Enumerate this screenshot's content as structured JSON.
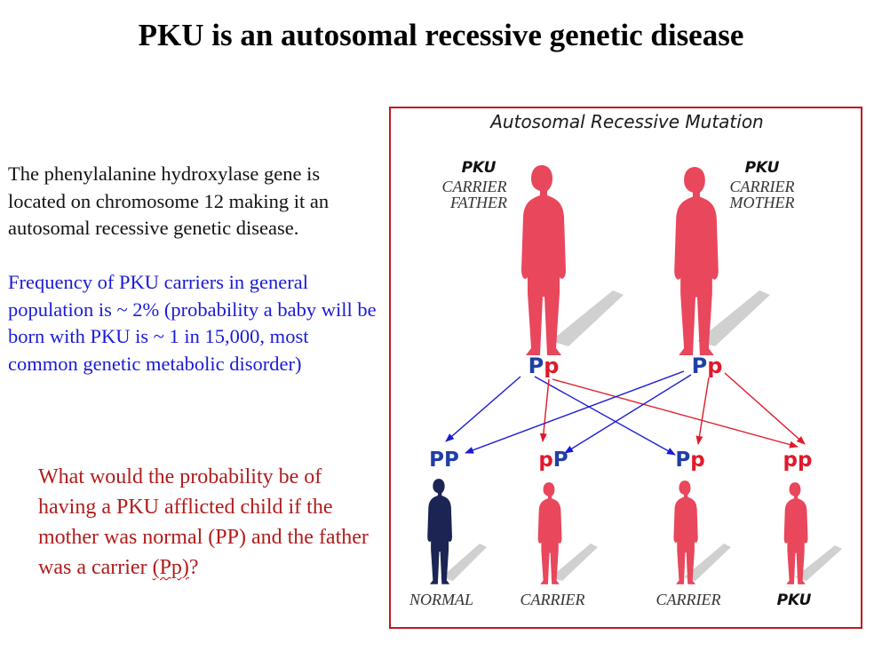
{
  "title": "PKU is an autosomal recessive genetic disease",
  "body_text": "The phenylalanine hydroxylase gene is located on chromosome 12 making it an autosomal recessive genetic disease.",
  "frequency_text": "Frequency of PKU carriers in general population is  ~ 2% (probability a baby will be born with PKU is  ~ 1 in 15,000, most common genetic metabolic disorder)",
  "question": {
    "before": "What would the probability be of having a PKU afflicted child if the mother was normal (PP) and the father was a carrier ",
    "marked": "(Pp)",
    "after": "?"
  },
  "diagram": {
    "title": "Autosomal Recessive Mutation",
    "father": {
      "line1": "PKU",
      "line2": "CARRIER",
      "line3": "FATHER",
      "genotype_upper": "P",
      "genotype_lower": "p"
    },
    "mother": {
      "line1": "PKU",
      "line2": "CARRIER",
      "line3": "MOTHER",
      "genotype_upper": "P",
      "genotype_lower": "p"
    },
    "children": [
      {
        "g1": "P",
        "g2": "P",
        "label": "NORMAL"
      },
      {
        "g1": "p",
        "g2": "P",
        "label": "CARRIER"
      },
      {
        "g1": "P",
        "g2": "p",
        "label": "CARRIER"
      },
      {
        "g1": "p",
        "g2": "p",
        "label": "PKU"
      }
    ],
    "colors": {
      "dominant_allele": "#1f3fa6",
      "recessive_allele": "#e0192b",
      "affected_figure": "#e8475c",
      "normal_figure": "#1b2452",
      "arrow_blue": "#1a1ad6",
      "arrow_red": "#e0192b",
      "frame": "#c0171f"
    }
  }
}
